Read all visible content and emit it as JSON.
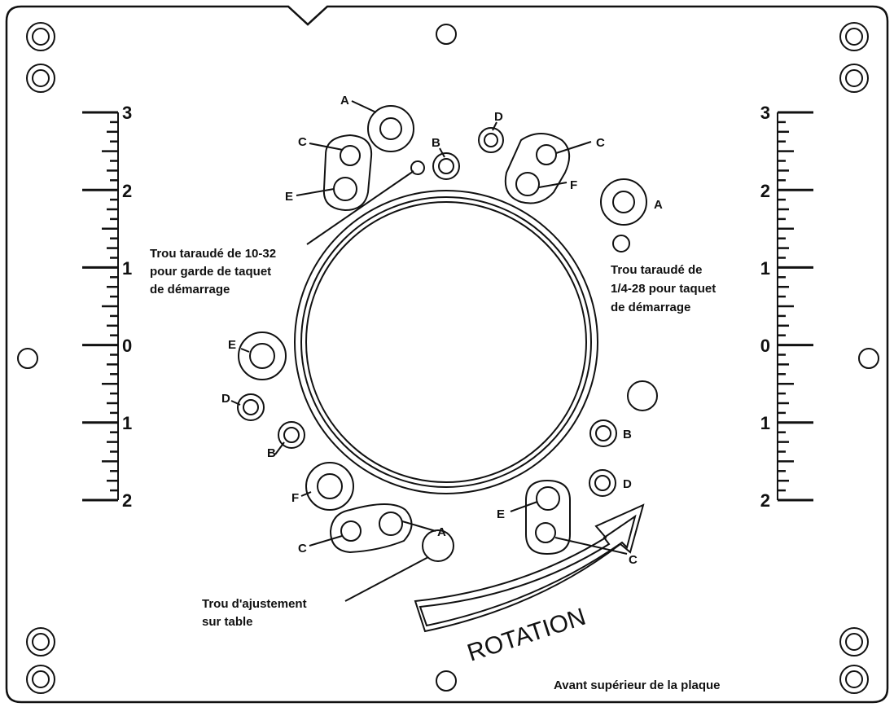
{
  "scale": {
    "left_labels": [
      "3",
      "2",
      "1",
      "0",
      "1",
      "2"
    ],
    "right_labels": [
      "3",
      "2",
      "1",
      "0",
      "1",
      "2"
    ]
  },
  "letters": {
    "a_top": "A",
    "c_top_left": "C",
    "e_top_left": "E",
    "b_top": "B",
    "d_top": "D",
    "c_top_right": "C",
    "f_top_right": "F",
    "a_right": "A",
    "e_left": "E",
    "d_left": "D",
    "b_left": "B",
    "f_left": "F",
    "a_bottom": "A",
    "c_bottom_left": "C",
    "b_right": "B",
    "d_right": "D",
    "e_bottom_right": "E",
    "c_bottom_right": "C"
  },
  "annotations": {
    "tap_10_32": [
      "Trou taraudé de 10-32",
      "pour garde de taquet",
      "de démarrage"
    ],
    "tap_1_4_28": [
      "Trou taraudé de",
      "1/4-28 pour taquet",
      "de démarrage"
    ],
    "table_adjust": [
      "Trou d'ajustement",
      "sur table"
    ],
    "front": "Avant supérieur de la plaque",
    "rotation": "ROTATION"
  }
}
